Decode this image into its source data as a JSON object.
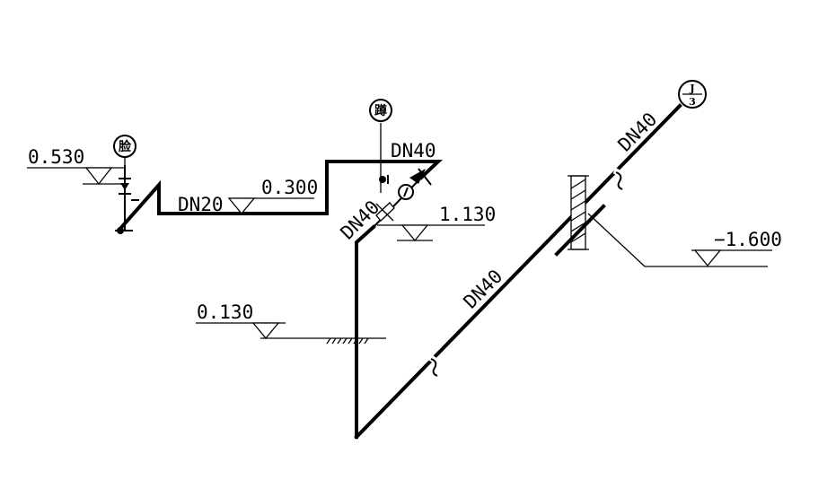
{
  "elevations": {
    "e1": "0.530",
    "e2": "0.300",
    "e3": "1.130",
    "e4": "0.130",
    "e5": "−1.600"
  },
  "pipe_sizes": {
    "dn20": "DN20",
    "dn40_top": "DN40",
    "dn40_diag": "DN40",
    "dn40_main": "DN40",
    "dn40_upper": "DN40"
  },
  "fixtures": {
    "washbasin": "脸",
    "squat_toilet": "蹲"
  },
  "riser_tag": {
    "top": "J",
    "bottom": "3"
  }
}
